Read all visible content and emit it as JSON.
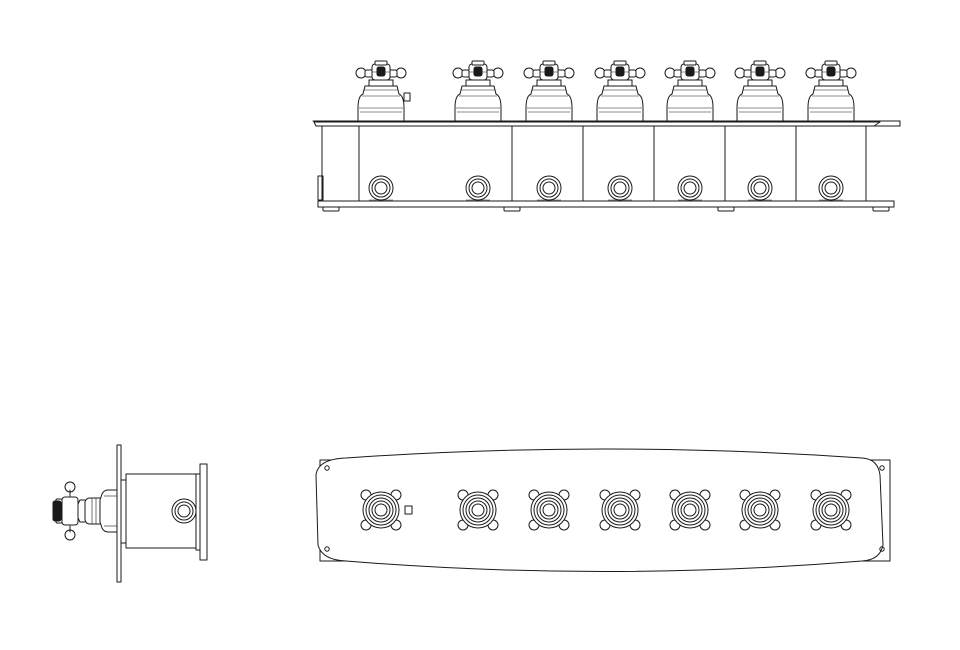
{
  "drawing": {
    "views": [
      {
        "name": "top-elevation-view",
        "valve_count": 7
      },
      {
        "name": "side-elevation-view",
        "valve_count": 1
      },
      {
        "name": "front-plan-view",
        "valve_count": 7
      }
    ],
    "line_color": "#1a1a1a",
    "background": "#ffffff"
  }
}
